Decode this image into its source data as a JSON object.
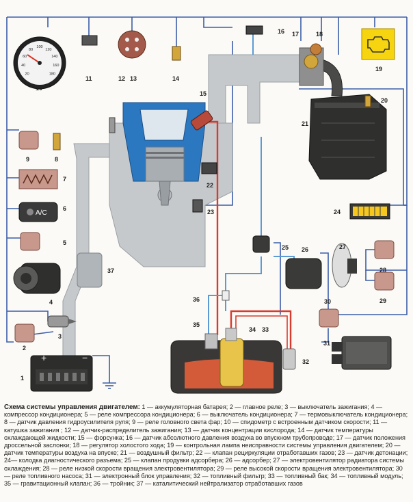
{
  "caption": {
    "title": "Схема системы управления двигателем:",
    "text": " 1 — аккумуляторная батарея; 2 — главное реле; 3 — выключатель зажигания; 4 — компрессор кондиционера; 5 — реле компрессора кондиционера; 6 — выключатель кондиционера; 7 — термовыключатель кондиционера; 8 — датчик давления гидроусилителя руля; 9 — реле головного света фар; 10 — спидометр с встроенным датчиком скорости; 11 — катушка зажигания ; 12 — датчик-распределитель зажигания; 13 — датчик концентрации кислорода; 14 — датчик температуры охлаждающей жидкости; 15 — форсунка; 16 — датчик абсолютного давления воздуха во впускном трубопроводе; 17 — датчик положения дроссельной заслонки; 18 — регулятор холостого хода; 19 — контрольная лампа неисправности системы управления двигателем; 20 — датчик температуры воздуха на впуске; 21 — воздушный фильтр; 22 — клапан рециркуляции отработавших газов; 23 — датчик детонации; 24— колодка диагностического разъема; 25 — клапан продувки адсорбера; 26 — адсорбер; 27 — электровентилятор радиатора системы охлаждения; 28 — реле низкой скорости вращения электровентилятора; 29 — реле высокой скорости вращения электровентилятора; 30 — реле топливного насоса; 31 — электронный блок управления; 32 — топливный фильтр; 33 — топливный бак; 34 — топливный модуль; 35 — гравитационный клапан; 36 — тройник; 37 — каталитический нейтрализатор отработавших газов"
  },
  "labels": {
    "n1": "1",
    "n2": "2",
    "n3": "3",
    "n4": "4",
    "n5": "5",
    "n6": "6",
    "n7": "7",
    "n8": "8",
    "n9": "9",
    "n10": "10",
    "n11": "11",
    "n12": "12",
    "n13": "13",
    "n14": "14",
    "n15": "15",
    "n16": "16",
    "n17": "17",
    "n18": "18",
    "n19": "19",
    "n20": "20",
    "n21": "21",
    "n22": "22",
    "n23": "23",
    "n24": "24",
    "n25": "25",
    "n26": "26",
    "n27": "27",
    "n28": "28",
    "n29": "29",
    "n30": "30",
    "n31": "31",
    "n32": "32",
    "n33": "33",
    "n34": "34",
    "n35": "35",
    "n36": "36",
    "n37": "37"
  },
  "switch_label": "A/C",
  "speedo_ticks": [
    "20",
    "40",
    "60",
    "80",
    "100",
    "120",
    "140",
    "160",
    "180"
  ],
  "colors": {
    "wire": "#3b5da8",
    "engine_block": "#c6c9cc",
    "coolant": "#2b78c0",
    "fuel_line": "#d83a2e",
    "vapor_line": "#5a9bd4",
    "relay": "#c9988c",
    "lamp": "#f6d40f",
    "tank": "#3a3836"
  }
}
